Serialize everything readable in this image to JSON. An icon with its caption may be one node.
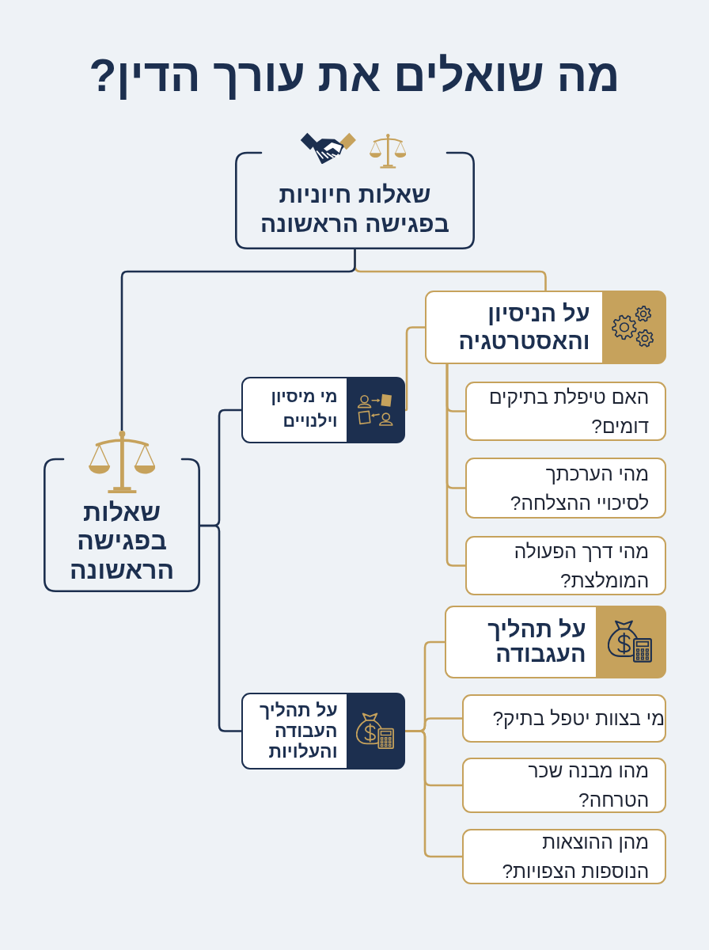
{
  "diagram": {
    "title": "מה שואלים את עורך הדין?",
    "nodes": [
      {
        "text": [
          "שאלות חיוניות בפגישה הראשונה"
        ]
      },
      {
        "text": [
          "שאלות בפגישה הראשונה"
        ]
      },
      {
        "text": [
          "מי מיסיון וילנויים"
        ]
      },
      {
        "text": [
          "על הניסיון והאסטרטגיה"
        ]
      },
      {
        "text": [
          "האם טיפלת בתיקים דומים?"
        ]
      },
      {
        "text": [
          "מהי הערכתך לסיכויי ההצלחה?"
        ]
      },
      {
        "text": [
          "מהי דרך הפעולה המומלצת?"
        ]
      },
      {
        "text": [
          "על תהליך העבודה והעלויות"
        ]
      },
      {
        "text": [
          "על תהליך העגבודה"
        ]
      },
      {
        "text": [
          "מי בצוות יטפל בתיק?"
        ]
      },
      {
        "text": [
          "מהו מבנה שכר הטרחה?"
        ]
      },
      {
        "text": [
          "מהן ההוצאות הנוספות הצפויות?"
        ]
      }
    ],
    "edges": [
      {
        "from": 0,
        "to": 3,
        "arrow": "none"
      },
      {
        "from": 0,
        "to": 1,
        "arrow": "none",
        "color": "#1c2f4f"
      },
      {
        "from": 1,
        "to": 2,
        "arrow": "none",
        "color": "#1c2f4f"
      },
      {
        "from": 1,
        "to": 7,
        "arrow": "none",
        "color": "#1c2f4f"
      },
      {
        "from": 2,
        "to": 3,
        "arrow": "none"
      },
      {
        "from": 3,
        "to": 4,
        "arrow": "none"
      },
      {
        "from": 3,
        "to": 5,
        "arrow": "none"
      },
      {
        "from": 3,
        "to": 6,
        "arrow": "none"
      },
      {
        "from": 7,
        "to": 8,
        "arrow": "none"
      },
      {
        "from": 7,
        "to": 9,
        "arrow": "none"
      },
      {
        "from": 7,
        "to": 10,
        "arrow": "none"
      },
      {
        "from": 7,
        "to": 11,
        "arrow": "none"
      }
    ]
  }
}
